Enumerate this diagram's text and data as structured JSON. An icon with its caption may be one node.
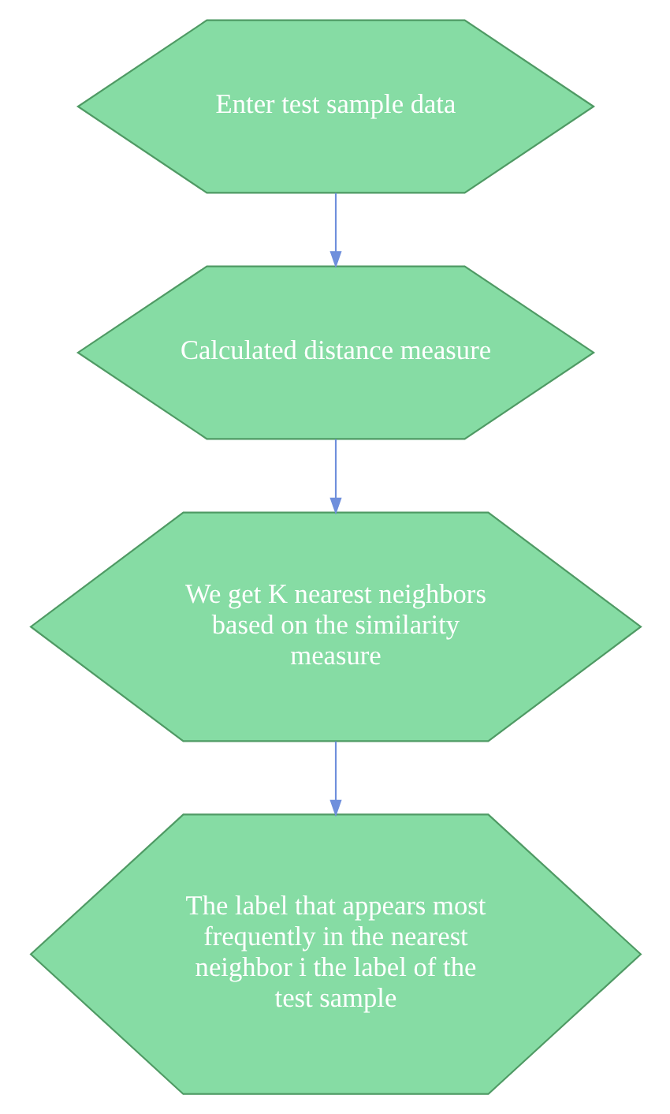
{
  "diagram": {
    "nodes": [
      {
        "text": [
          "Enter test sample data"
        ]
      },
      {
        "text": [
          "Calculated distance measure"
        ]
      },
      {
        "text": [
          "We get K nearest neighbors based on the similarity measure"
        ]
      },
      {
        "text": [
          "The label that appears most frequently in the nearest neighbor i the label of the test sample"
        ]
      }
    ],
    "edges": [
      {
        "from": 0,
        "to": 1,
        "arrow": "to"
      },
      {
        "from": 1,
        "to": 2,
        "arrow": "to"
      },
      {
        "from": 2,
        "to": 3,
        "arrow": "to"
      }
    ]
  }
}
